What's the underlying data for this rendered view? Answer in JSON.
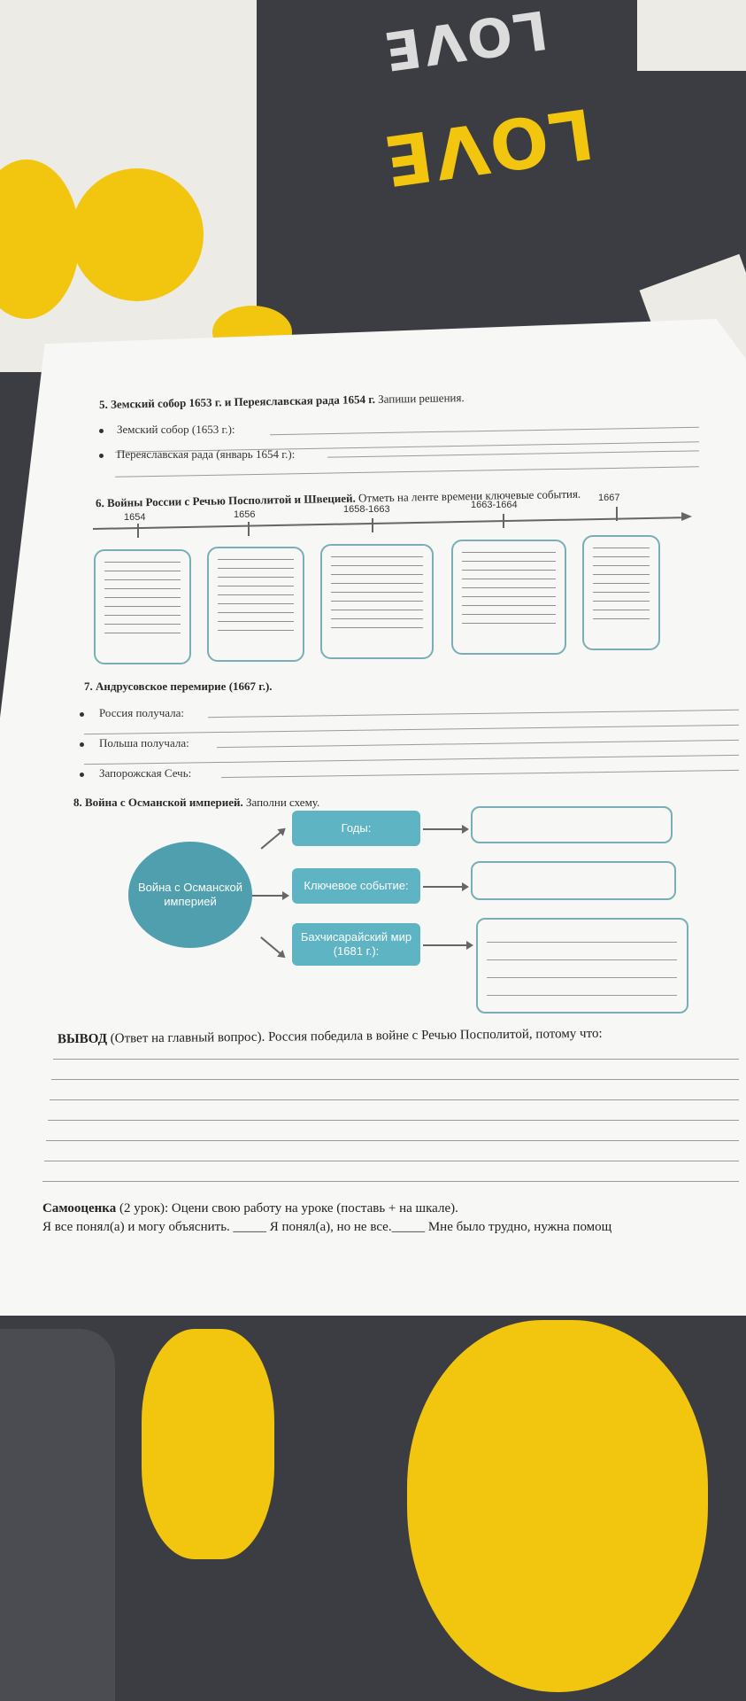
{
  "background": {
    "top_word_1": "LOVE",
    "top_word_2": "LOVE",
    "colors": {
      "fabric": "#3b3d42",
      "yellow": "#f2c50f",
      "white": "#ecebe6"
    }
  },
  "task5": {
    "title": "5. Земский собор 1653 г. и Переяславская рада 1654 г.",
    "title_rest": " Запиши решения.",
    "items": [
      "Земский собор (1653 г.):",
      "Переяславская рада (январь 1654 г.):"
    ]
  },
  "task6": {
    "title": "6. Войны России с Речью Посполитой и Швецией.",
    "title_rest": " Отметь на ленте времени ключевые события.",
    "years": [
      "1654",
      "1656",
      "1658-1663",
      "1663-1664",
      "1667"
    ]
  },
  "task7": {
    "title": "7. Андрусовское перемирие (1667 г.).",
    "items": [
      "Россия получала:",
      "Польша получала:",
      "Запорожская Сечь:"
    ]
  },
  "task8": {
    "title": "8. Война с Османской империей.",
    "title_rest": " Заполни схему.",
    "center": "Война с Османской империей",
    "boxes": [
      "Годы:",
      "Ключевое событие:",
      "Бахчисарайский мир (1681 г.):"
    ],
    "accent": "#5fb4c3"
  },
  "conclusion": {
    "label": "ВЫВОД",
    "text": " (Ответ на главный вопрос). Россия победила в войне с Речью Посполитой, потому что:"
  },
  "self_assessment": {
    "label": "Самооценка",
    "text": " (2 урок): Оцени свою работу на уроке (поставь + на шкале).",
    "line2": "Я все понял(а) и могу объяснить. _____ Я понял(а), но не все._____ Мне было трудно, нужна помощ"
  }
}
